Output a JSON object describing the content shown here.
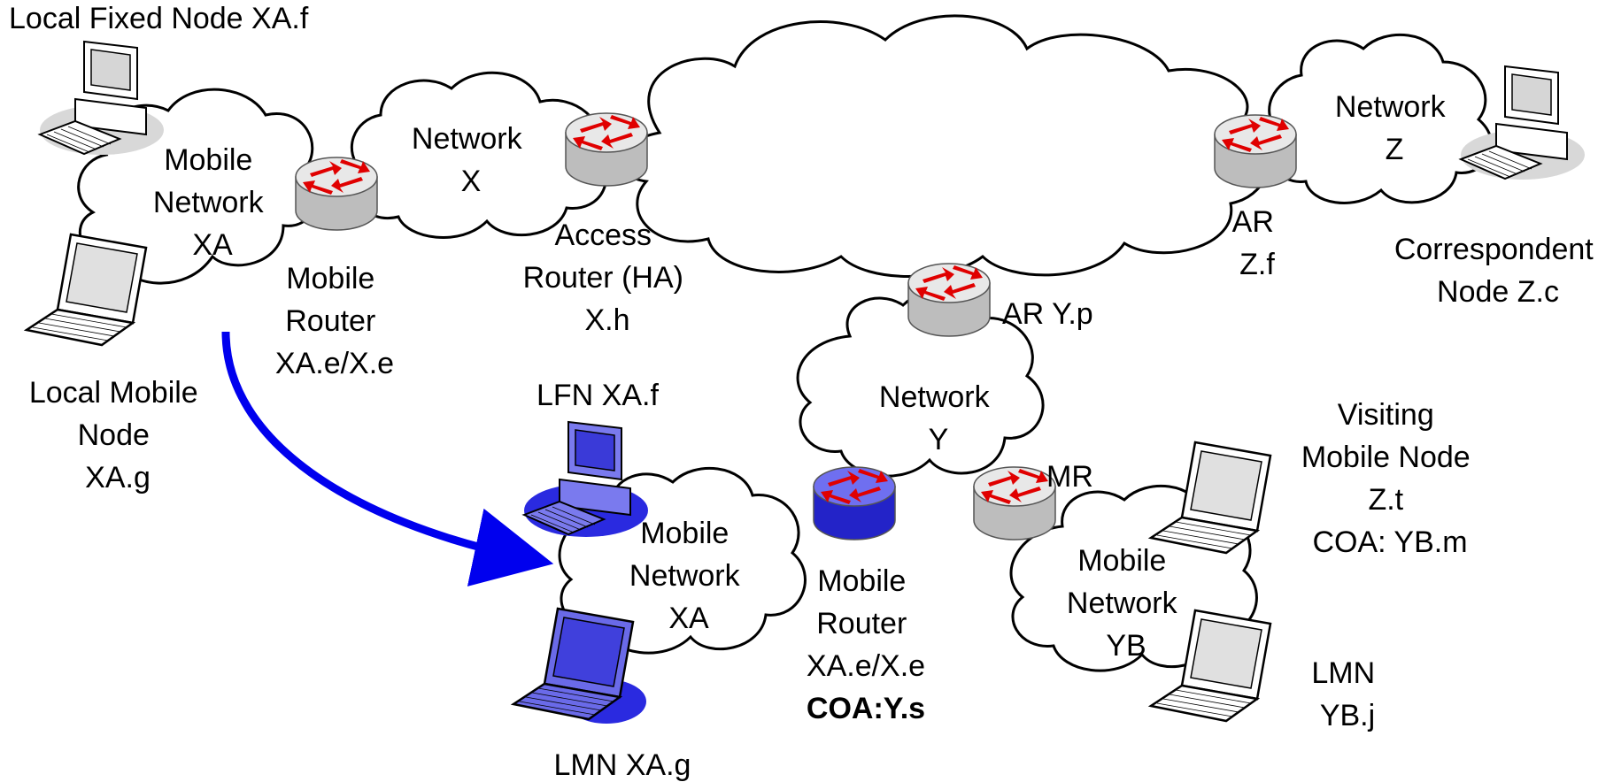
{
  "colors": {
    "router_gray_top": "#e8e8e8",
    "router_gray_body": "#bdbdbd",
    "router_blue_top": "#6f6ff0",
    "router_blue_body": "#2323c8",
    "router_arrow": "#e00000",
    "move_arrow": "#0000ee",
    "node_blue": "#2a2ae0"
  },
  "icons": {
    "router": "router-icon",
    "desktop": "desktop-computer-icon",
    "laptop": "laptop-icon",
    "cloud": "cloud-network-shape"
  },
  "labels": {
    "local_fixed_node": "Local Fixed Node XA.f",
    "mobile_network_xa_top": [
      "Mobile",
      "Network",
      "XA"
    ],
    "network_x": [
      "Network",
      "X"
    ],
    "mobile_router_top": [
      "Mobile",
      "Router",
      "XA.e/X.e"
    ],
    "access_router": [
      "Access",
      "Router (HA)",
      "X.h"
    ],
    "local_mobile_node": [
      "Local Mobile",
      "Node",
      "XA.g"
    ],
    "ar_z": [
      "AR",
      "Z.f"
    ],
    "network_z": [
      "Network",
      "Z"
    ],
    "correspondent_node": [
      "Correspondent",
      "Node Z.c"
    ],
    "ar_yp": "AR Y.p",
    "network_y": [
      "Network",
      "Y"
    ],
    "lfn_xaf": "LFN XA.f",
    "mobile_network_xa_bottom": [
      "Mobile",
      "Network",
      "XA"
    ],
    "mobile_router_bottom": [
      "Mobile",
      "Router",
      "XA.e/X.e"
    ],
    "mobile_router_coa": "COA:Y.s",
    "lmn_xag": "LMN XA.g",
    "mr": "MR",
    "mobile_network_yb": [
      "Mobile",
      "Network",
      "YB"
    ],
    "visiting_node": [
      "Visiting",
      "Mobile Node",
      "Z.t",
      "COA: YB.m"
    ],
    "lmn_ybj": [
      "LMN",
      "YB.j"
    ]
  }
}
